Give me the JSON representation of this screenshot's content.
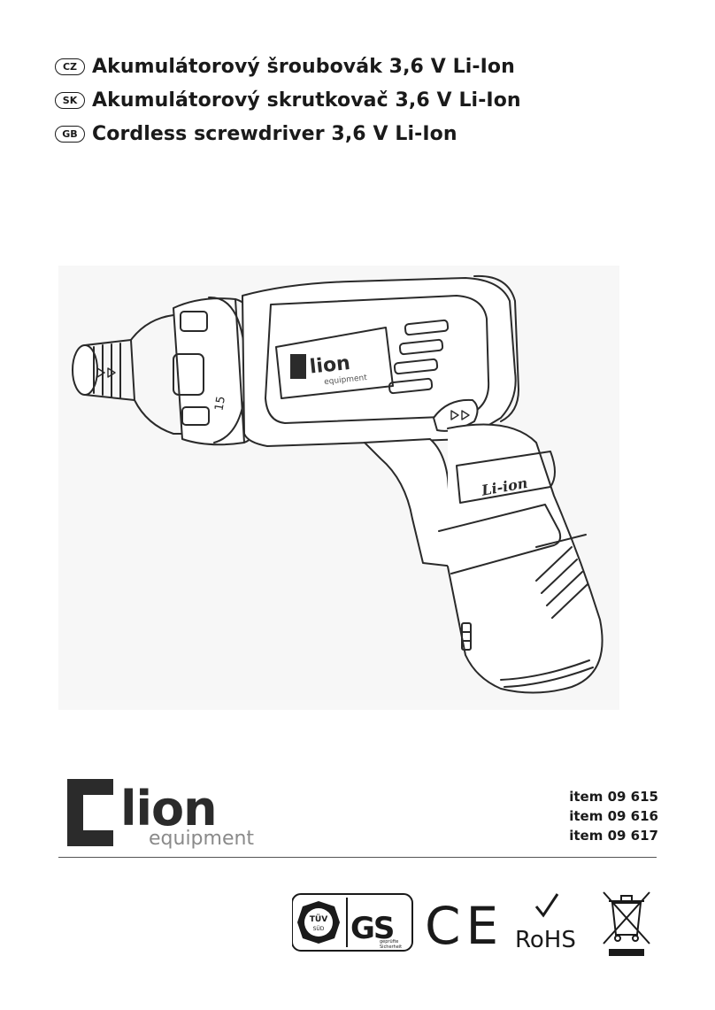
{
  "titles": [
    {
      "code": "CZ",
      "text": "Akumulátorový šroubovák 3,6 V Li-Ion"
    },
    {
      "code": "SK",
      "text": "Akumulátorový skrutkovač 3,6 V Li-Ion"
    },
    {
      "code": "GB",
      "text": "Cordless screwdriver  3,6 V Li-Ion"
    }
  ],
  "product_image": {
    "logo_text": "lion",
    "logo_subtext": "equipment",
    "battery_label": "Li-ion",
    "clutch_mark": "15"
  },
  "brand": {
    "name": "lion",
    "subtext": "equipment"
  },
  "items": [
    "item 09 615",
    "item 09 616",
    "item 09 617"
  ],
  "certifications": {
    "tuv_top": "TÜV",
    "tuv_bottom": "SÜD",
    "gs": "GS",
    "gs_note_1": "geprüfte",
    "gs_note_2": "Sicherheit",
    "ce": "CE",
    "rohs": "RoHS",
    "weee_icon": "crossed-out-wheelie-bin-icon"
  },
  "colors": {
    "text": "#1a1a1a",
    "logo_dark": "#2b2b2b",
    "logo_grey": "#8a8a8a"
  }
}
